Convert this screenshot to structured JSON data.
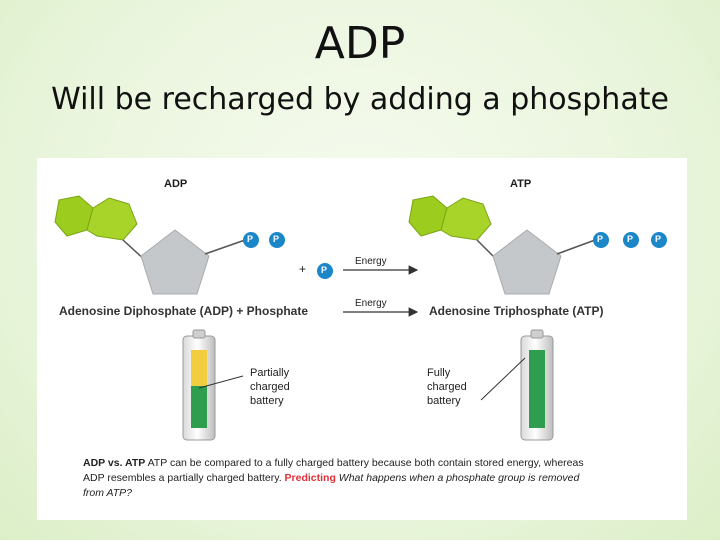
{
  "slide": {
    "title": "ADP",
    "subtitle": "Will be recharged by adding a phosphate"
  },
  "figure": {
    "adp_heading": "ADP",
    "atp_heading": "ATP",
    "phosphate_symbol": "P",
    "plus_sign": "+",
    "energy_top": "Energy",
    "energy_bottom": "Energy",
    "adp_equation": "Adenosine Diphosphate (ADP) + Phosphate",
    "atp_name": "Adenosine Triphosphate (ATP)",
    "partial_battery_label": "Partially charged battery",
    "full_battery_label": "Fully charged battery",
    "caption": {
      "lead": "ADP vs. ATP",
      "body": " ATP can be compared to a fully charged battery because both contain stored energy, whereas ADP resembles a partially charged battery. ",
      "predicting": "Predicting",
      "question": " What happens when a phosphate group is removed from ATP?"
    },
    "colors": {
      "adenine": "#9ccc1e",
      "ribose": "#c5c8cb",
      "phosphate": "#1b86c8",
      "battery_yellow": "#f2cd3f",
      "battery_green": "#2e9e4e",
      "predicting_red": "#e0303a"
    }
  }
}
